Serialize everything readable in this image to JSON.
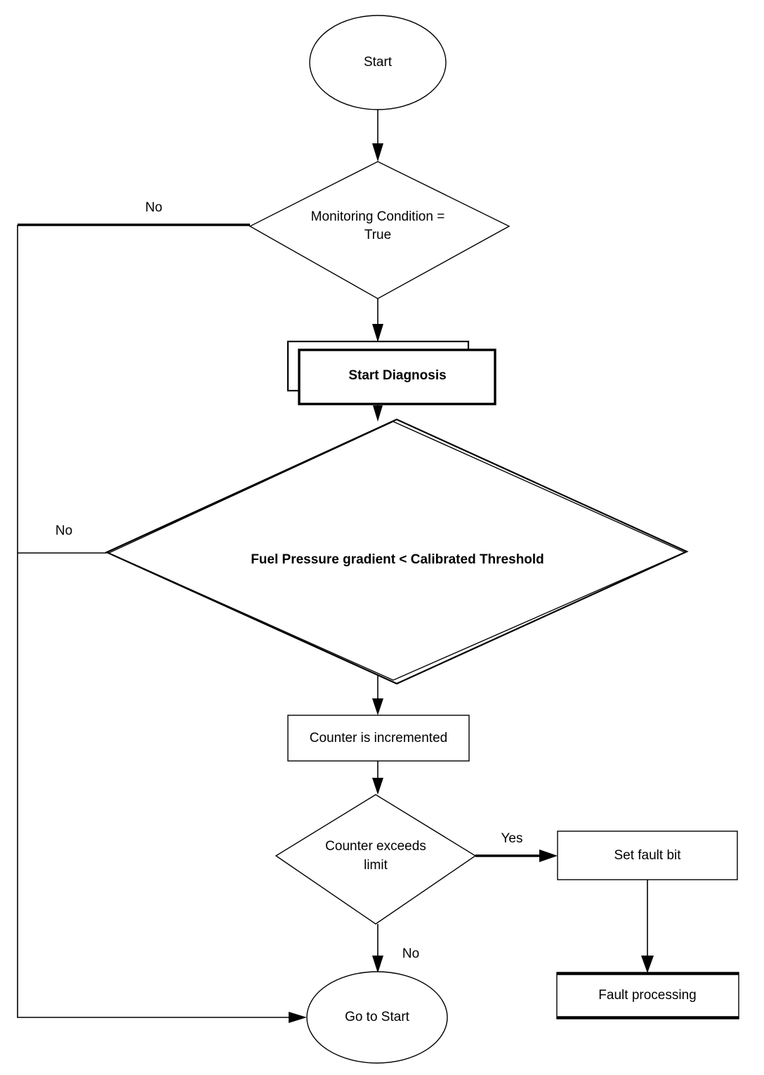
{
  "diagram": {
    "title": "Fuel Pressure Gradient Diagnosis Flowchart",
    "type": "flowchart",
    "background_color": "#ffffff",
    "line_color": "#000000",
    "nodes": [
      {
        "id": "start",
        "shape": "ellipse",
        "label": "Start",
        "bold": false
      },
      {
        "id": "moncond",
        "shape": "diamond",
        "label_line1": "Monitoring Condition =",
        "label_line2": "True",
        "bold": false
      },
      {
        "id": "startdiag",
        "shape": "predefined-process",
        "label": "Start Diagnosis",
        "bold": true
      },
      {
        "id": "fuelgrad",
        "shape": "diamond",
        "label": "Fuel Pressure gradient < Calibrated Threshold",
        "bold": true
      },
      {
        "id": "counterinc",
        "shape": "rectangle",
        "label": "Counter is incremented",
        "bold": false
      },
      {
        "id": "counterlimit",
        "shape": "diamond",
        "label_line1": "Counter exceeds",
        "label_line2": "limit",
        "bold": false
      },
      {
        "id": "setfault",
        "shape": "rectangle",
        "label": "Set fault bit",
        "bold": false
      },
      {
        "id": "faultproc",
        "shape": "rectangle-banded",
        "label": "Fault processing",
        "bold": false
      },
      {
        "id": "gotostart",
        "shape": "ellipse",
        "label": "Go to Start",
        "bold": false
      }
    ],
    "edge_labels": {
      "moncond_no": "No",
      "fuelgrad_no": "No",
      "counterlimit_yes": "Yes",
      "counterlimit_no": "No"
    }
  }
}
